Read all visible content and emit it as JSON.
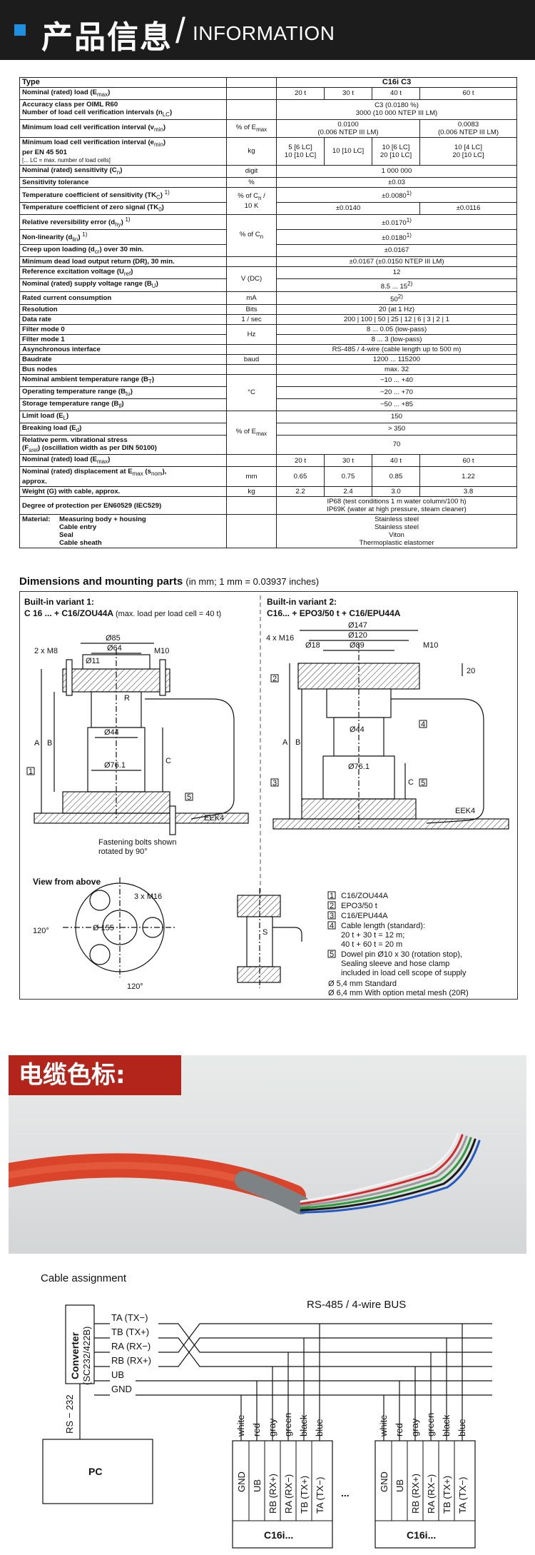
{
  "header": {
    "title_cn": "产品信息",
    "slash": "/",
    "title_en": "INFORMATION"
  },
  "spec_table": {
    "type_label": "Type",
    "model": "C16i C3",
    "rated_load_label": "Nominal (rated) load (E",
    "rated_load_sub": "max",
    "rated_load_close": ")",
    "loads": [
      "20 t",
      "30 t",
      "40 t",
      "60 t"
    ],
    "accuracy_label_1": "Accuracy class per OIML R60",
    "accuracy_label_2": "Number of load cell verification intervals (n",
    "accuracy_label_2_sub": "LC",
    "accuracy_value_1": "C3 (0.0180 %)",
    "accuracy_value_2": "3000 (10 000 NTEP III LM)",
    "vmin_label": "Minimum load cell verification interval (v",
    "vmin_sub": "min",
    "vmin_unit": "% of E",
    "vmin_unit_sub": "max",
    "vmin_value_1": "0.0100",
    "vmin_value_1b": "(0.006 NTEP III LM)",
    "vmin_value_2": "0.0083",
    "vmin_value_2b": "(0.006 NTEP III LM)",
    "emin_label": "Minimum load cell verification interval (e",
    "emin_sub": "min",
    "emin_label_b": "per EN 45 501",
    "emin_note": "[... LC = max. number of load cells]",
    "emin_unit": "kg",
    "emin_v1a": "5 [6 LC]",
    "emin_v1b": "10 [10 LC]",
    "emin_v2": "10 [10 LC]",
    "emin_v3a": "10 [6 LC]",
    "emin_v3b": "20 [10 LC]",
    "emin_v4a": "10 [4 LC]",
    "emin_v4b": "20 [10 LC]",
    "sens_label": "Nominal (rated) sensitivity (C",
    "sens_sub": "n",
    "sens_unit": "digit",
    "sens_value": "1 000 000",
    "tol_label": "Sensitivity tolerance",
    "tol_unit": "%",
    "tol_value": "±0.03",
    "tkc_label": "Temperature coefficient of sensitivity (TK",
    "tkc_sub": "C",
    "tkc_sup": "1)",
    "tkc_unit_a": "% of C",
    "tkc_unit_a_sub": "n",
    "tkc_unit_a_end": " /",
    "tkc_unit_b": "10 K",
    "tkc_value": "±0.0080",
    "tkc_value_sup": "1)",
    "tk0_label": "Temperature coefficient of zero signal (TK",
    "tk0_sub": "0",
    "tk0_value_1": "±0.0140",
    "tk0_value_2": "±0.0116",
    "rev_label": "Relative reversibility error (d",
    "rev_sub": "hy",
    "rev_sup": "1)",
    "rev_value": "±0.0170",
    "rev_value_sup": "1)",
    "lin_label": "Non-linearity (d",
    "lin_sub": "lin",
    "lin_sup": "1)",
    "lin_unit": "% of C",
    "lin_unit_sub": "n",
    "lin_value": "±0.0180",
    "lin_value_sup": "1)",
    "creep_label": "Creep upon loading (d",
    "creep_sub": "cr",
    "creep_label_end": ") over 30 min.",
    "creep_value": "±0.0167",
    "dr_label": "Minimum dead load output return (DR), 30 min.",
    "dr_value": "±0.0167 (±0.0150 NTEP III LM)",
    "ref_label": "Reference excitation voltage (U",
    "ref_sub": "ref",
    "ref_unit": "V (DC)",
    "ref_value": "12",
    "sup_label": "Nominal (rated) supply voltage range (B",
    "sup_sub": "U",
    "sup_value": "8.5 ... 15",
    "sup_value_sup": "2)",
    "cur_label": "Rated current consumption",
    "cur_unit": "mA",
    "cur_value": "50",
    "cur_value_sup": "2)",
    "res_label": "Resolution",
    "res_unit": "Bits",
    "res_value": "20 (at 1 Hz)",
    "rate_label": "Data rate",
    "rate_unit": "1 / sec",
    "rate_value": "200 | 100 | 50 | 25 | 12 | 6 | 3 | 2 | 1",
    "f0_label": "Filter mode 0",
    "f_unit": "Hz",
    "f0_value": "8 ... 0.05 (low-pass)",
    "f1_label": "Filter mode 1",
    "f1_value": "8 ... 3 (low-pass)",
    "iface_label": "Asynchronous interface",
    "iface_value": "RS-485 / 4-wire (cable length up to 500 m)",
    "baud_label": "Baudrate",
    "baud_unit": "baud",
    "baud_value": "1200 ... 115200",
    "bus_label": "Bus nodes",
    "bus_value": "max. 32",
    "amb_label": "Nominal ambient temperature range (B",
    "amb_sub": "T",
    "temp_unit": "°C",
    "amb_value": "−10 ... +40",
    "op_label": "Operating temperature range (B",
    "op_sub": "tu",
    "op_value": "−20 ... +70",
    "st_label": "Storage temperature range (B",
    "st_sub": "tl",
    "st_value": "−50 ... +85",
    "lim_label": "Limit load (E",
    "lim_sub": "L",
    "lim_value": "150",
    "brk_label": "Breaking load (E",
    "brk_sub": "d",
    "brk_unit": "% of E",
    "brk_unit_sub": "max",
    "brk_value": "> 350",
    "vib_label_a": "Relative perm. vibrational stress",
    "vib_label_b": "(F",
    "vib_sub": "srel",
    "vib_label_c": ") (oscillation width as per DIN 50100)",
    "vib_value": "70",
    "rl2_label": "Nominal (rated) load (E",
    "rl2_sub": "max",
    "disp_label_a": "Nominal (rated) displacement at E",
    "disp_sub": "max",
    "disp_label_b": " (s",
    "disp_sub2": "nom",
    "disp_label_c": "),",
    "disp_label_d": "approx.",
    "disp_unit": "mm",
    "disp_values": [
      "0.65",
      "0.75",
      "0.85",
      "1.22"
    ],
    "wt_label": "Weight (G) with cable, approx.",
    "wt_unit": "kg",
    "wt_values": [
      "2.2",
      "2.4",
      "3.0",
      "3.8"
    ],
    "ip_label": "Degree of protection per EN60529 (IEC529)",
    "ip_value_1": "IP68 (test conditions 1 m water column/100 h)",
    "ip_value_2": "IP69K (water at high pressure, steam cleaner)",
    "mat_label": "Material:",
    "mat_items": [
      "Measuring body + housing",
      "Cable entry",
      "Seal",
      "Cable sheath"
    ],
    "mat_values": [
      "Stainless steel",
      "Stainless steel",
      "Viton",
      "Thermoplastic elastomer"
    ]
  },
  "dimensions": {
    "title": "Dimensions and mounting parts",
    "subtitle": "(in mm; 1 mm = 0.03937 inches)",
    "v1_title": "Built-in variant 1:",
    "v1_sub_a": "C 16 ... + C16/ZOU44A",
    "v1_sub_b": "(max. load per load cell = 40 t)",
    "v2_title": "Built-in variant 2:",
    "v2_sub": "C16... + EPO3/50 t + C16/EPU44A",
    "d85": "Ø85",
    "d64": "Ø64",
    "d11": "Ø11",
    "m8": "2 x M8",
    "m10": "M10",
    "r": "R",
    "d44": "Ø44",
    "d761": "Ø76.1",
    "a": "A",
    "b": "B",
    "c": "C",
    "n1": "1",
    "n2": "2",
    "n3": "3",
    "n4": "4",
    "n5": "5",
    "eek4": "EEK4",
    "fasten_a": "Fastening bolts shown",
    "fasten_b": "rotated by 90°",
    "d147": "Ø147",
    "d120": "Ø120",
    "d89": "Ø89",
    "d18": "Ø18",
    "m16": "4 x M16",
    "h20": "20",
    "view_above": "View from above",
    "m16b": "3 x M16",
    "d155": "Ø 155",
    "deg120a": "120°",
    "deg120b": "120°",
    "s": "S",
    "legend": [
      {
        "num": "1",
        "text": "C16/ZOU44A"
      },
      {
        "num": "2",
        "text": "EPO3/50 t"
      },
      {
        "num": "3",
        "text": "C16/EPU44A"
      },
      {
        "num": "4",
        "text": "Cable length (standard):"
      },
      {
        "num": "5",
        "text": "Dowel pin Ø10 x 30 (rotation stop),"
      }
    ],
    "legend_4b": "20 t + 30 t = 12 m;",
    "legend_4c": "40 t + 60 t = 20 m",
    "legend_5b": "Sealing sleeve and hose clamp",
    "legend_5c": "included in load cell scope of supply",
    "note_1": "Ø 5,4 mm Standard",
    "note_2": "Ø 6,4 mm With option metal mesh (20R)"
  },
  "photo": {
    "label": "电缆色标:"
  },
  "cable_assignment": {
    "title": "Cable assignment",
    "converter_a": "Converter",
    "converter_b": "(SC232/422B)",
    "bus": "RS-485 / 4-wire BUS",
    "lines": [
      "TA (TX−)",
      "TB (TX+)",
      "RA (RX−)",
      "RB (RX+)",
      "UB",
      "GND"
    ],
    "rs232": "RS − 232",
    "pc": "PC",
    "colors": [
      "white",
      "red",
      "gray",
      "green",
      "black",
      "blue"
    ],
    "pins": [
      "GND",
      "UB",
      "RB (RX+)",
      "RA (RX−)",
      "TB (TX+)",
      "TA (TX−)"
    ],
    "device": "C16i...",
    "dots": "..."
  }
}
